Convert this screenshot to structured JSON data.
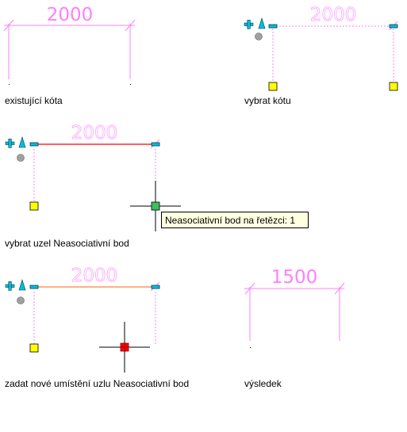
{
  "colors": {
    "dimension": "#ff7fff",
    "grip_yellow": "#ffff00",
    "grip_cyan": "#00bfd8",
    "node_green": "#3fbf5f",
    "node_red": "#ff0000",
    "selected_line": "#ff0000",
    "preview_line": "#ff8040",
    "tooltip_bg": "#ffffe1"
  },
  "panels": {
    "existing": {
      "dimension_value": "2000",
      "caption": "existující kóta"
    },
    "select_dimension": {
      "dimension_value": "2000",
      "caption": "vybrat kótu"
    },
    "select_node": {
      "dimension_value": "2000",
      "caption": "vybrat uzel Neasociativní bod",
      "tooltip": "Neasociativní bod na řetězci: 1"
    },
    "new_location": {
      "dimension_value": "2000",
      "caption": "zadat nové umístění uzlu Neasociativní bod"
    },
    "result": {
      "dimension_value": "1500",
      "caption": "výsledek"
    }
  },
  "icons": [
    "add-grip-icon",
    "cone-grip-icon",
    "circle-grip-icon",
    "crosshair-cursor-icon"
  ]
}
